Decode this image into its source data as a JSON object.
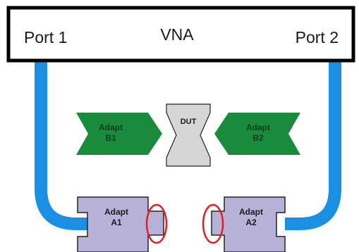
{
  "vna": {
    "title": "VNA",
    "port1": "Port 1",
    "port2": "Port 2"
  },
  "components": {
    "dut": "DUT",
    "adapt_b1": [
      "Adapt",
      "B1"
    ],
    "adapt_b2": [
      "Adapt",
      "B2"
    ],
    "adapt_a1": [
      "Adapt",
      "A1"
    ],
    "adapt_a2": [
      "Adapt",
      "A2"
    ]
  },
  "colors": {
    "cable": "#1a8fe3",
    "green_adapter": "#1a8a3c",
    "purple_adapter": "#b9b2d8",
    "dut": "#d6d6d6",
    "highlight": "#e02020",
    "outline": "#000000"
  }
}
